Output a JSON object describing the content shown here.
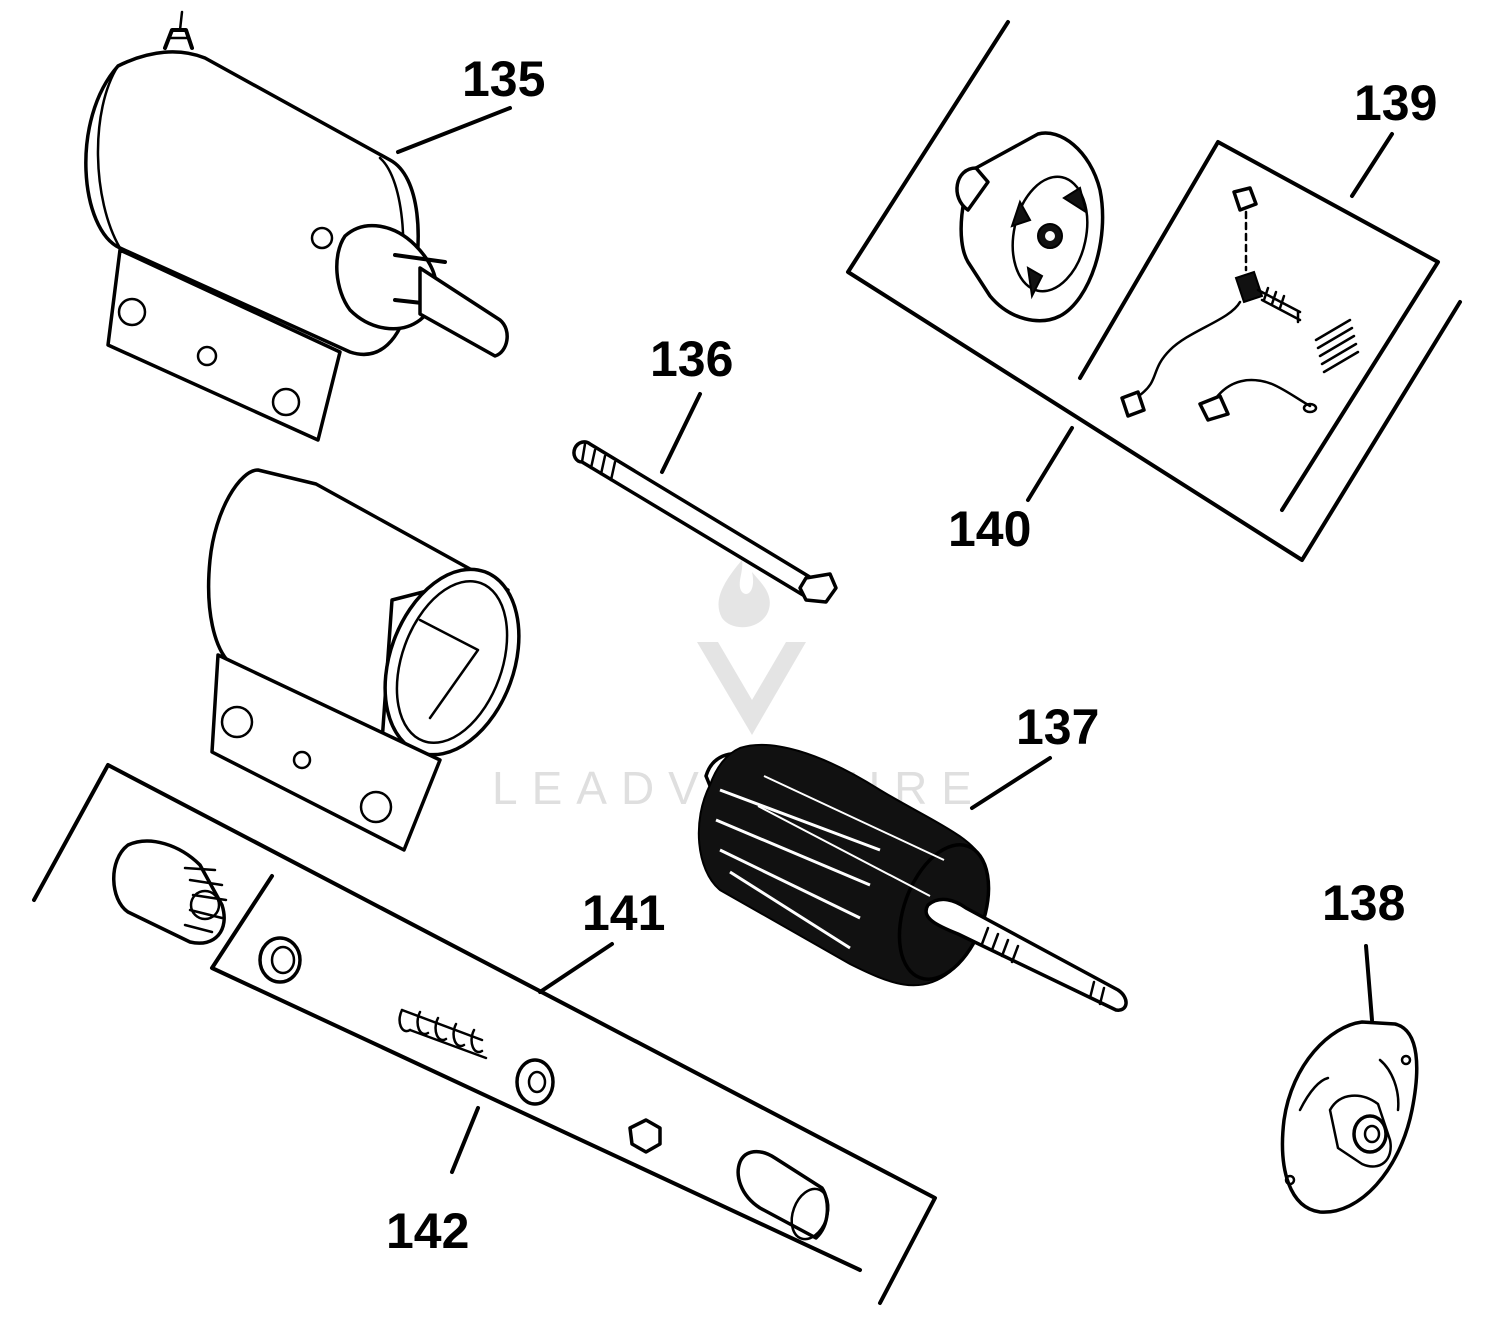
{
  "parts": [
    {
      "id": "starter-motor-assembly",
      "callout": "135"
    },
    {
      "id": "through-bolt",
      "callout": "136"
    },
    {
      "id": "armature",
      "callout": "137"
    },
    {
      "id": "drive-end-cap",
      "callout": "138"
    },
    {
      "id": "brush-kit",
      "callout": "139"
    },
    {
      "id": "commutator-end-cap-kit",
      "callout": "140"
    },
    {
      "id": "frame-housing",
      "callout": "141"
    },
    {
      "id": "drive-kit",
      "callout": "142"
    }
  ],
  "watermark": {
    "text": "LEADVENTURE",
    "logo": "flame-v-logo"
  },
  "colors": {
    "line": "#000000",
    "background": "#ffffff",
    "watermark": "#dcdcdc"
  }
}
